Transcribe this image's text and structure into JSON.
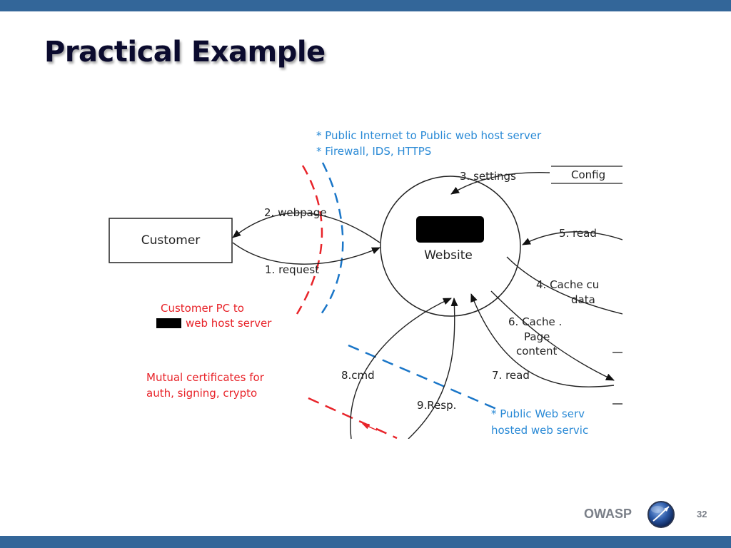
{
  "slide": {
    "title": "Practical Example",
    "brand": "OWASP",
    "page_number": "32"
  },
  "diagram": {
    "nodes": {
      "customer": "Customer",
      "website": "Website",
      "config": "Config"
    },
    "flows": {
      "request": "1. request",
      "webpage": "2. webpage",
      "settings": "3. settings",
      "cache_data_1": "4. Cache cu",
      "cache_data_2": "data",
      "read_5": "5. read",
      "cache_page_1": "6. Cache .",
      "cache_page_2": "Page",
      "cache_page_3": "content",
      "read_7": "7. read",
      "cmd": "8.cmd",
      "resp": "9.Resp."
    },
    "boundaries": {
      "public_internet_1": "* Public Internet to Public web host server",
      "public_internet_2": "* Firewall, IDS, HTTPS",
      "customer_pc_1": "Customer PC to",
      "customer_pc_2": "web host server",
      "mutual_cert_1": "Mutual certificates for",
      "mutual_cert_2": "auth, signing, crypto",
      "public_web_1": "* Public Web serv",
      "public_web_2": "hosted web servic"
    }
  },
  "colors": {
    "bar": "#336699",
    "boundary_red": "#e8242a",
    "boundary_blue": "#1a76c8"
  },
  "icons": [
    "owasp-logo-icon"
  ]
}
